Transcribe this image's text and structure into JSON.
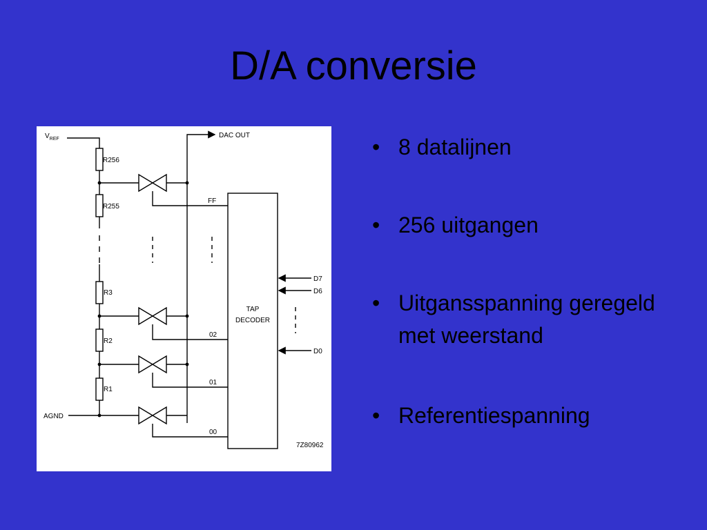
{
  "slide": {
    "title": "D/A conversie",
    "bullets": [
      "8 datalijnen",
      "256 uitgangen",
      "Uitgansspanning geregeld met weerstand",
      "Referentiespanning"
    ]
  },
  "diagram": {
    "vref_main": "V",
    "vref_sub": "REF",
    "agnd": "AGND",
    "dac_out": "DAC OUT",
    "resistors": [
      "R256",
      "R255",
      "R3",
      "R2",
      "R1"
    ],
    "decoder_line1": "TAP",
    "decoder_line2": "DECODER",
    "outputs": [
      "FF",
      "02",
      "01",
      "00"
    ],
    "inputs": [
      "D7",
      "D6",
      "D0"
    ],
    "figure_code": "7Z80962"
  },
  "colors": {
    "background": "#3333cc",
    "text": "#000000",
    "figure_bg": "#ffffff"
  }
}
